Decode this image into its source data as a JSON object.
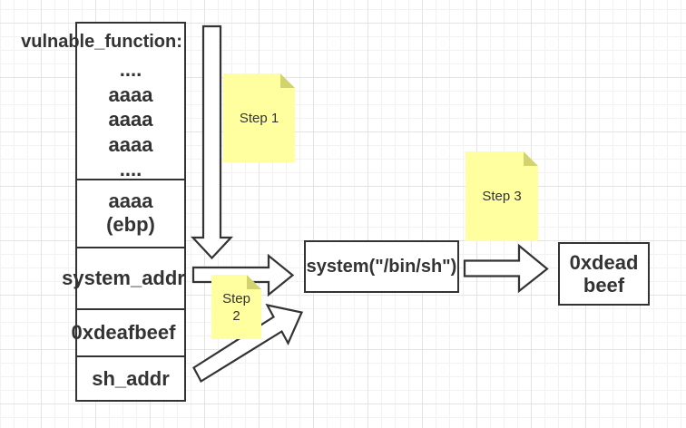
{
  "theme": {
    "canvas_bg": "#ffffff",
    "grid_minor": "#f2f2f2",
    "grid_major": "#e4e4e4",
    "shape_border": "#333333",
    "shape_fill": "#ffffff",
    "text_color": "#333333",
    "note_fill": "#ffffa0",
    "note_fold": "#d2d26f"
  },
  "stack": {
    "label": "vulnable_function:",
    "frame_rows": [
      "....",
      "aaaa",
      "aaaa",
      "aaaa",
      "...."
    ],
    "cells": {
      "ebp": {
        "line1": "aaaa",
        "line2": "(ebp)"
      },
      "system_addr": "system_addr",
      "deafbeef": "0xdeafbeef",
      "sh_addr": "sh_addr"
    }
  },
  "boxes": {
    "system_call": "system(\"/bin/sh\")",
    "result": {
      "line1": "0xdead",
      "line2": "beef"
    }
  },
  "notes": {
    "step1": "Step 1",
    "step2": {
      "line1": "Step",
      "line2": "2"
    },
    "step3": "Step 3"
  },
  "icons": [
    "step1-down-block-arrow",
    "step2-right-block-arrow",
    "step2-diagonal-block-arrow",
    "step3-right-block-arrow"
  ]
}
